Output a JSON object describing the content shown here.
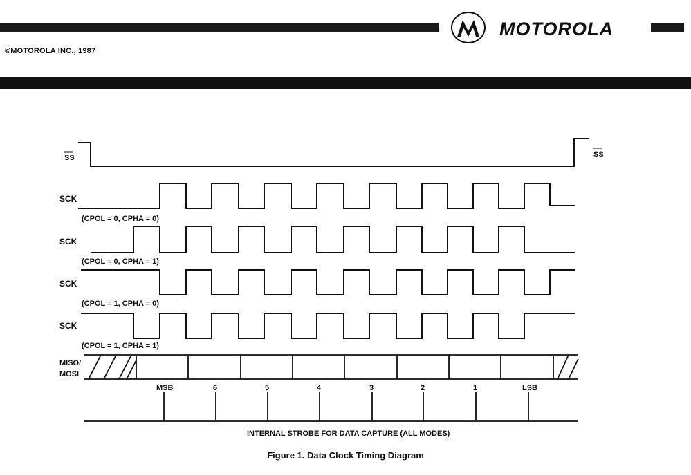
{
  "header": {
    "copyright": "©MOTOROLA INC., 1987",
    "brand": "MOTOROLA",
    "logo_icon": "motorola-batwing-logo"
  },
  "diagram": {
    "ss_left_label": "SS",
    "ss_right_label": "SS",
    "sck_label": "SCK",
    "modes": [
      {
        "signal": "SCK",
        "mode": "(CPOL = 0, CPHA = 0)"
      },
      {
        "signal": "SCK",
        "mode": "(CPOL = 0, CPHA = 1)"
      },
      {
        "signal": "SCK",
        "mode": "(CPOL = 1, CPHA = 0)"
      },
      {
        "signal": "SCK",
        "mode": "(CPOL = 1, CPHA = 1)"
      }
    ],
    "data_label_line1": "MISO/",
    "data_label_line2": "MOSI",
    "bit_labels": [
      "MSB",
      "6",
      "5",
      "4",
      "3",
      "2",
      "1",
      "LSB"
    ],
    "strobe_label": "INTERNAL STROBE FOR DATA CAPTURE (ALL MODES)"
  },
  "caption": "Figure 1. Data Clock Timing Diagram"
}
